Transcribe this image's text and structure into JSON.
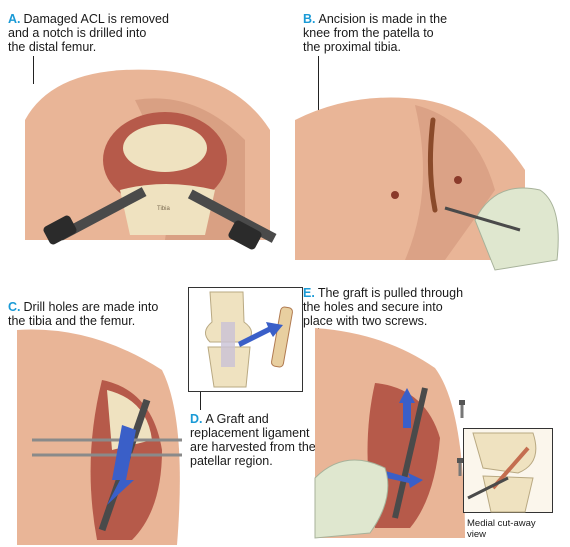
{
  "steps": {
    "a": {
      "letter": "A.",
      "text": "Damaged ACL is removed\nand a notch is drilled into\nthe distal femur."
    },
    "b": {
      "letter": "B.",
      "text": "Ancision is made in the\nknee from the patella to\nthe proximal tibia."
    },
    "c": {
      "letter": "C.",
      "text": "Drill holes are made into\nthe tibia and the femur."
    },
    "d": {
      "letter": "D.",
      "text": "A Graft and\nreplacement ligament\nare harvested from the\npatellar region."
    },
    "e": {
      "letter": "E.",
      "text": "The graft is pulled through\nthe holes and secure into\nplace with two screws."
    }
  },
  "labels": {
    "tibia": "Tibia",
    "medial_view": "Medial cut-away\nview"
  },
  "colors": {
    "accent": "#1a9ad6",
    "skin": "#e9b597",
    "skin_shadow": "#c98c70",
    "bone": "#efe2c0",
    "tissue": "#b65a4a",
    "glove": "#dfe7cf",
    "instrument": "#4a4a4a",
    "arrow": "#3a5fc8"
  }
}
